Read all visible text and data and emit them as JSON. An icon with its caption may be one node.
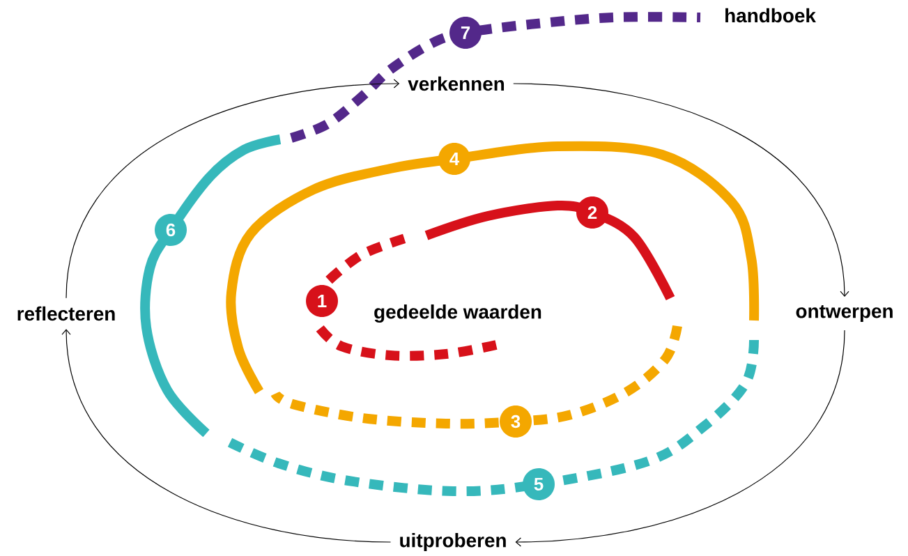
{
  "diagram": {
    "nodes": [
      {
        "text": [
          "verkennen"
        ]
      },
      {
        "text": [
          "ontwerpen"
        ]
      },
      {
        "text": [
          "uitproberen"
        ]
      },
      {
        "text": [
          "reflecteren"
        ]
      },
      {
        "text": [
          "gedeelde waarden"
        ]
      },
      {
        "text": [
          "handboek"
        ]
      },
      {
        "text": [
          "1"
        ]
      },
      {
        "text": [
          "2"
        ]
      },
      {
        "text": [
          "3"
        ]
      },
      {
        "text": [
          "4"
        ]
      },
      {
        "text": [
          "5"
        ]
      },
      {
        "text": [
          "6"
        ]
      },
      {
        "text": [
          "7"
        ]
      }
    ],
    "edges": [
      {
        "from": 0,
        "to": 1,
        "arrow": "to"
      },
      {
        "from": 1,
        "to": 2,
        "arrow": "to"
      },
      {
        "from": 2,
        "to": 3,
        "arrow": "to"
      },
      {
        "from": 3,
        "to": 0,
        "arrow": "to"
      }
    ]
  }
}
